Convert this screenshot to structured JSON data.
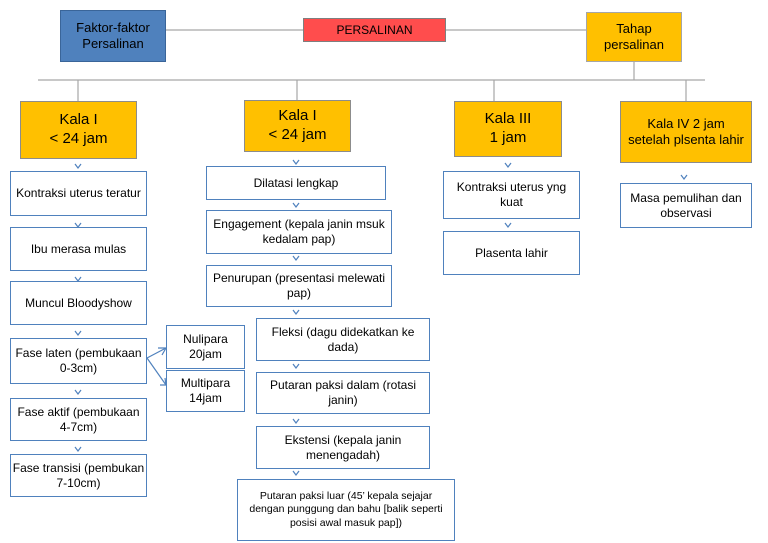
{
  "header": {
    "factors": "Faktor-faktor Persalinan",
    "center": "PERSALINAN",
    "stages": "Tahap persalinan"
  },
  "columns": [
    {
      "title": "Kala I\n< 24 jam",
      "steps": [
        "Kontraksi uterus teratur",
        "Ibu merasa mulas",
        "Muncul Bloodyshow",
        "Fase laten (pembukaan 0-3cm)",
        "Fase aktif (pembukaan 4-7cm)",
        "Fase transisi (pembukan 7-10cm)"
      ],
      "branches": [
        "Nulipara 20jam",
        "Multipara 14jam"
      ]
    },
    {
      "title": "Kala I\n< 24 jam",
      "steps": [
        "Dilatasi lengkap",
        "Engagement (kepala janin msuk kedalam pap)",
        "Penurupan (presentasi melewati pap)",
        "Fleksi (dagu didekatkan ke dada)",
        "Putaran paksi dalam (rotasi janin)",
        "Ekstensi (kepala janin menengadah)",
        "Putaran paksi luar (45’ kepala sejajar dengan punggung dan bahu [balik seperti posisi awal masuk pap])"
      ]
    },
    {
      "title": "Kala III\n1 jam",
      "steps": [
        "Kontraksi uterus yng kuat",
        "Plasenta lahir"
      ]
    },
    {
      "title": "Kala IV 2 jam setelah plsenta lahir",
      "steps": [
        "Masa pemulihan dan observasi"
      ]
    }
  ],
  "colors": {
    "factors_fill": "#4f81bd",
    "center_fill": "#ff4d4d",
    "stage_fill": "#ffc000",
    "connector": "#4f81bd"
  }
}
